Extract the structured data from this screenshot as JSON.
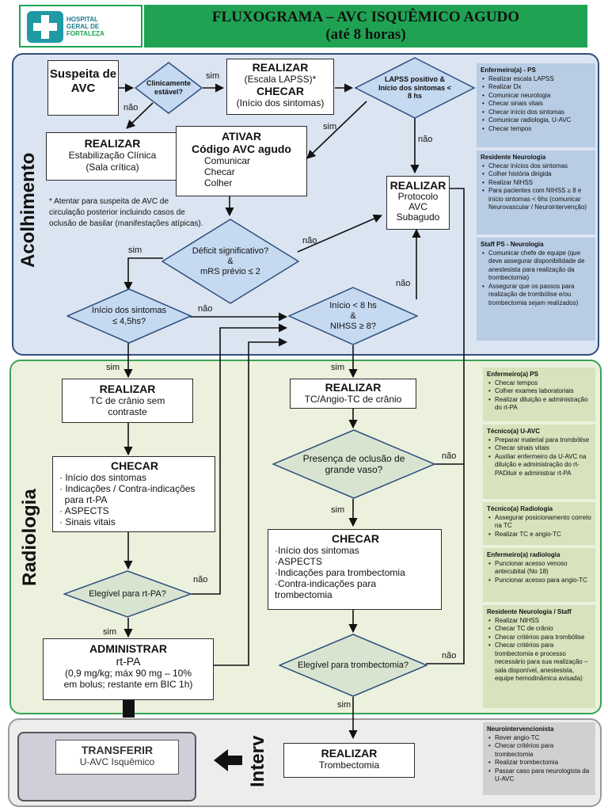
{
  "header": {
    "logo_lines": [
      "HOSPITAL",
      "GERAL DE",
      "FORTALEZA"
    ],
    "title_line1": "FLUXOGRAMA – AVC ISQUÊMICO AGUDO",
    "title_line2": "(até 8 horas)"
  },
  "sections": {
    "acolhimento": "Acolhimento",
    "radiologia": "Radiologia",
    "interv": "Interv"
  },
  "colors": {
    "acolhimento_bg": "#dbe5f1",
    "acolhimento_border": "#2f4f7f",
    "radiologia_bg": "#ebf1dd",
    "radiologia_border": "#3aa356",
    "interv_bg": "#ededed",
    "header_green": "#1fa352",
    "diamond_blue": "#c5d9f1",
    "diamond_green": "#d8e4d0",
    "panel_blue": "#b8cce4",
    "panel_green": "#d6e3bc",
    "panel_gray": "#d0d0d0"
  },
  "nodes": {
    "suspeita": "Suspeita de AVC",
    "clinicamente": "Clinicamente estável?",
    "realizar_lapss_title": "REALIZAR",
    "realizar_lapss_sub": "(Escala LAPSS)*",
    "checar_title": "CHECAR",
    "checar_sub": "(Início dos sintomas)",
    "lapss_pos": "LAPSS positivo & Início dos sintomas < 8 hs",
    "estab_title": "REALIZAR",
    "estab_line1": "Estabilização Clínica",
    "estab_line2": "(Sala crítica)",
    "ativar_title": "ATIVAR",
    "ativar_sub": "Código AVC agudo",
    "ativar_items": [
      "Comunicar",
      "Checar",
      "Colher"
    ],
    "protocolo_title": "REALIZAR",
    "protocolo_lines": [
      "Protocolo",
      "AVC",
      "Subagudo"
    ],
    "note": "* Atentar para suspeita de AVC de circulação posterior incluindo casos de oclusão de basilar (manifestações atípicas).",
    "deficit_line1": "Déficit significativo?",
    "deficit_line2": "&",
    "deficit_line3": "mRS prévio ≤ 2",
    "inicio45_line1": "Início dos sintomas",
    "inicio45_line2": "≤ 4,5hs?",
    "inicio8_line1": "Início < 8 hs",
    "inicio8_line2": "&",
    "inicio8_line3": "NIHSS ≥ 8?",
    "tc_title": "REALIZAR",
    "tc_line1": "TC de crânio sem",
    "tc_line2": "contraste",
    "angio_title": "REALIZAR",
    "angio_line": "TC/Angio-TC de crânio",
    "checar1_title": "CHECAR",
    "checar1_items": [
      "· Início dos sintomas",
      "· Indicações / Contra-indicações",
      "  para rt-PA",
      "· ASPECTS",
      "· Sinais vitais"
    ],
    "oclusao_line1": "Presença de oclusão de",
    "oclusao_line2": "grande vaso?",
    "checar2_title": "CHECAR",
    "checar2_items": [
      "·Início dos sintomas",
      "·ASPECTS",
      "·Indicações  para trombectomia",
      "·Contra-indicações para",
      "trombectomia"
    ],
    "elegivel_rtpa": "Elegível para rt-PA?",
    "elegivel_tromb": "Elegível para trombectomia?",
    "admin_title": "ADMINISTRAR",
    "admin_drug": "rt-PA",
    "admin_line1": "(0,9 mg/kg; máx 90 mg – 10%",
    "admin_line2": "em bolus; restante em BIC 1h)",
    "transferir_title": "TRANSFERIR",
    "transferir_sub": "U-AVC Isquêmico",
    "trombectomia_title": "REALIZAR",
    "trombectomia_sub": "Trombectomia"
  },
  "edge_labels": {
    "sim": "sim",
    "nao": "não"
  },
  "panels": {
    "acolhimento": [
      {
        "title": "Enfermeiro(a) - PS",
        "items": [
          "Realizar escala LAPSS",
          "Realizar Dx",
          "Comunicar neurologia",
          "Checar sinais vitais",
          "Checar início dos sintomas",
          "Comunicar radiologia, U-AVC",
          "Checar tempos"
        ]
      },
      {
        "title": "Residente Neurologia",
        "items": [
          "Checar inícios dos sintomas",
          "Colher história dirigida",
          "Realizar NIHSS",
          "Para pacientes com NIHSS ≥ 8 e início sintomas < 6hs (comunicar Neurovascular / Neurointervenção)"
        ]
      },
      {
        "title": "Staff PS - Neurologia",
        "items": [
          "Comunicar chefe de equipe (que deve assegurar disponibilidade de anestesista para realização da trombectomia)",
          "Assegurar que os passos para realização de trombólise e/ou trombectomia sejam realizados)"
        ]
      }
    ],
    "radiologia": [
      {
        "title": "Enfermeiro(a) PS",
        "items": [
          "Checar tempos",
          "Colher exames laboratoriais",
          "Realizar diluição e administração do rt-PA"
        ]
      },
      {
        "title": "Técnico(a) U-AVC",
        "items": [
          "Preparar material para trombólise",
          "Checar sinais vitais",
          "Auxiliar enfermeiro da U-AVC na diluição e administração do rt-PADiluir e administrar rt-PA"
        ]
      },
      {
        "title": "Técnico(a) Radiologia",
        "items": [
          "Assegurar posicionamento correto na TC",
          "Realizar TC e angio-TC"
        ]
      },
      {
        "title": "Enfermeiro(a) radiologia",
        "items": [
          "Puncionar acesso venoso antecubital (No 18)",
          "Puncionar acesso para angio-TC"
        ]
      },
      {
        "title": "Residente Neurologia / Staff",
        "items": [
          "Realizar NIHSS",
          "Checar TC de crânio",
          "Checar critérios para trombólise",
          "Checar critérios para trombectomia e processo necessário para sua realização – sala disponível, anestesista, equipe hemodinâmica avisada)"
        ]
      }
    ],
    "interv": [
      {
        "title": "Neurointervencionista",
        "items": [
          "Rever angio-TC",
          "Checar critérios para trombectomia",
          "Realizar trombectomia",
          "Passar caso para neurologista da U-AVC"
        ]
      }
    ]
  }
}
